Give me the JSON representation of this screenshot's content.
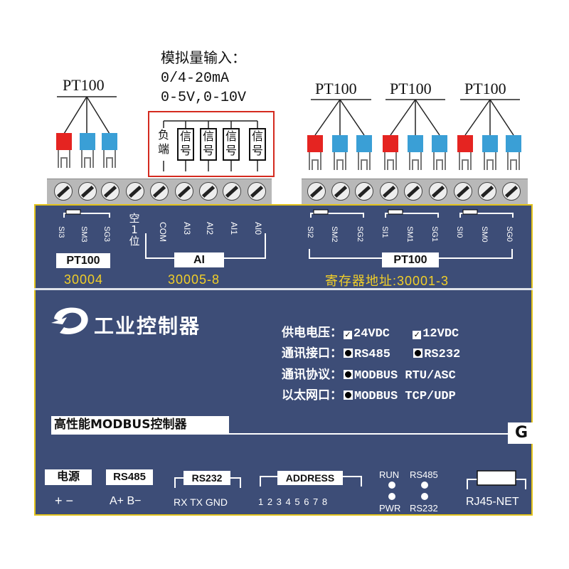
{
  "analog_note": {
    "line1": "模拟量输入：",
    "line2": "0/4-20mA",
    "line3": "0-5V,0-10V"
  },
  "pt_top_label": "PT100",
  "signal_boxes": {
    "neg_terminal": "负\n端",
    "signal": "信\n号"
  },
  "terminals": {
    "left_pt": [
      "SI3",
      "SM3",
      "SG3"
    ],
    "ai": [
      "空\n1\n位",
      "COM",
      "AI3",
      "AI2",
      "AI1",
      "AI0"
    ],
    "right_pt": [
      "SI2",
      "SM2",
      "SG2",
      "SI1",
      "SM1",
      "SG1",
      "SI0",
      "SM0",
      "SG0"
    ]
  },
  "groups": {
    "pt_left": "PT100",
    "ai": "AI",
    "pt_right": "PT100"
  },
  "addresses": {
    "pt_left": "30004",
    "ai": "30005-8",
    "pt_right": "寄存器地址:30001-3"
  },
  "brand": {
    "title": "工业控制器"
  },
  "specs": [
    {
      "label": "供电电压：",
      "options": [
        {
          "mark": "check",
          "text": "24VDC"
        },
        {
          "mark": "check",
          "text": "12VDC"
        }
      ]
    },
    {
      "label": "通讯接口：",
      "options": [
        {
          "mark": "dot",
          "text": "RS485"
        },
        {
          "mark": "dot",
          "text": "RS232"
        }
      ]
    },
    {
      "label": "通讯协议：",
      "options": [
        {
          "mark": "dot",
          "text": "MODBUS RTU/ASC"
        }
      ]
    },
    {
      "label": "以太网口：",
      "options": [
        {
          "mark": "dot",
          "text": "MODBUS TCP/UDP"
        }
      ]
    }
  ],
  "model_banner": "高性能MODBUS控制器",
  "g_label": "G",
  "bottom": {
    "power": {
      "title": "电源",
      "pins": "+  −"
    },
    "rs485": {
      "title": "RS485",
      "pins": "A+ B−"
    },
    "rs232": {
      "title": "RS232",
      "pins": "RX TX GND"
    },
    "address": {
      "title": "ADDRESS",
      "pins": "1 2 3 4 5 6 7 8"
    },
    "leds": {
      "run": "RUN",
      "rs485": "RS485",
      "pwr": "PWR",
      "rs232": "RS232"
    },
    "rj45": "RJ45-NET"
  },
  "colors": {
    "panel": "#3d4d77",
    "border": "#e2c21a",
    "address_text": "#f2cf28",
    "red_lug": "#e52421",
    "blue_lug": "#3a9fd6"
  }
}
